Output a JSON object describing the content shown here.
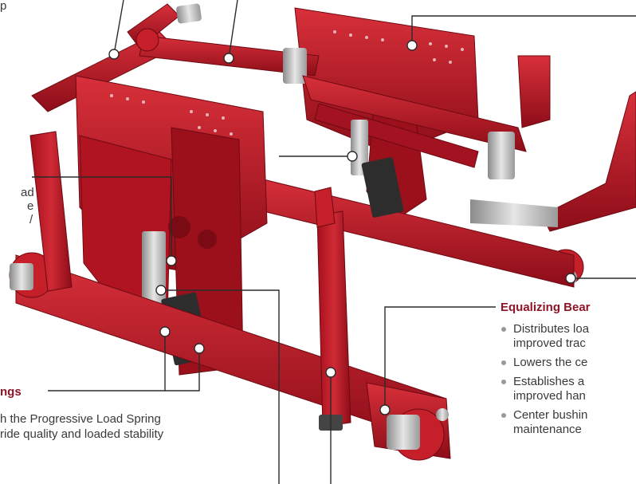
{
  "callouts": {
    "top_left_fragment": "p",
    "left_fragment_1": "ad",
    "left_fragment_2": "e",
    "left_fragment_3": "/",
    "springs": {
      "heading": "ngs",
      "line1": "h the Progressive Load Spring",
      "line2": "ride quality and loaded stability"
    },
    "equalizing_beam": {
      "heading": "Equalizing Bear",
      "bullets": [
        {
          "lines": [
            "Distributes loa",
            "improved trac"
          ]
        },
        {
          "lines": [
            "Lowers the ce"
          ]
        },
        {
          "lines": [
            "Establishes a",
            "improved han"
          ]
        },
        {
          "lines": [
            "Center bushin",
            "maintenance"
          ]
        }
      ]
    }
  },
  "colors": {
    "frame_red": "#b8121f",
    "frame_dark": "#7d0a14",
    "frame_light": "#d8303a",
    "leader": "#2b2b2b",
    "heading": "#8e1427",
    "bullet": "#9a9a9a"
  }
}
